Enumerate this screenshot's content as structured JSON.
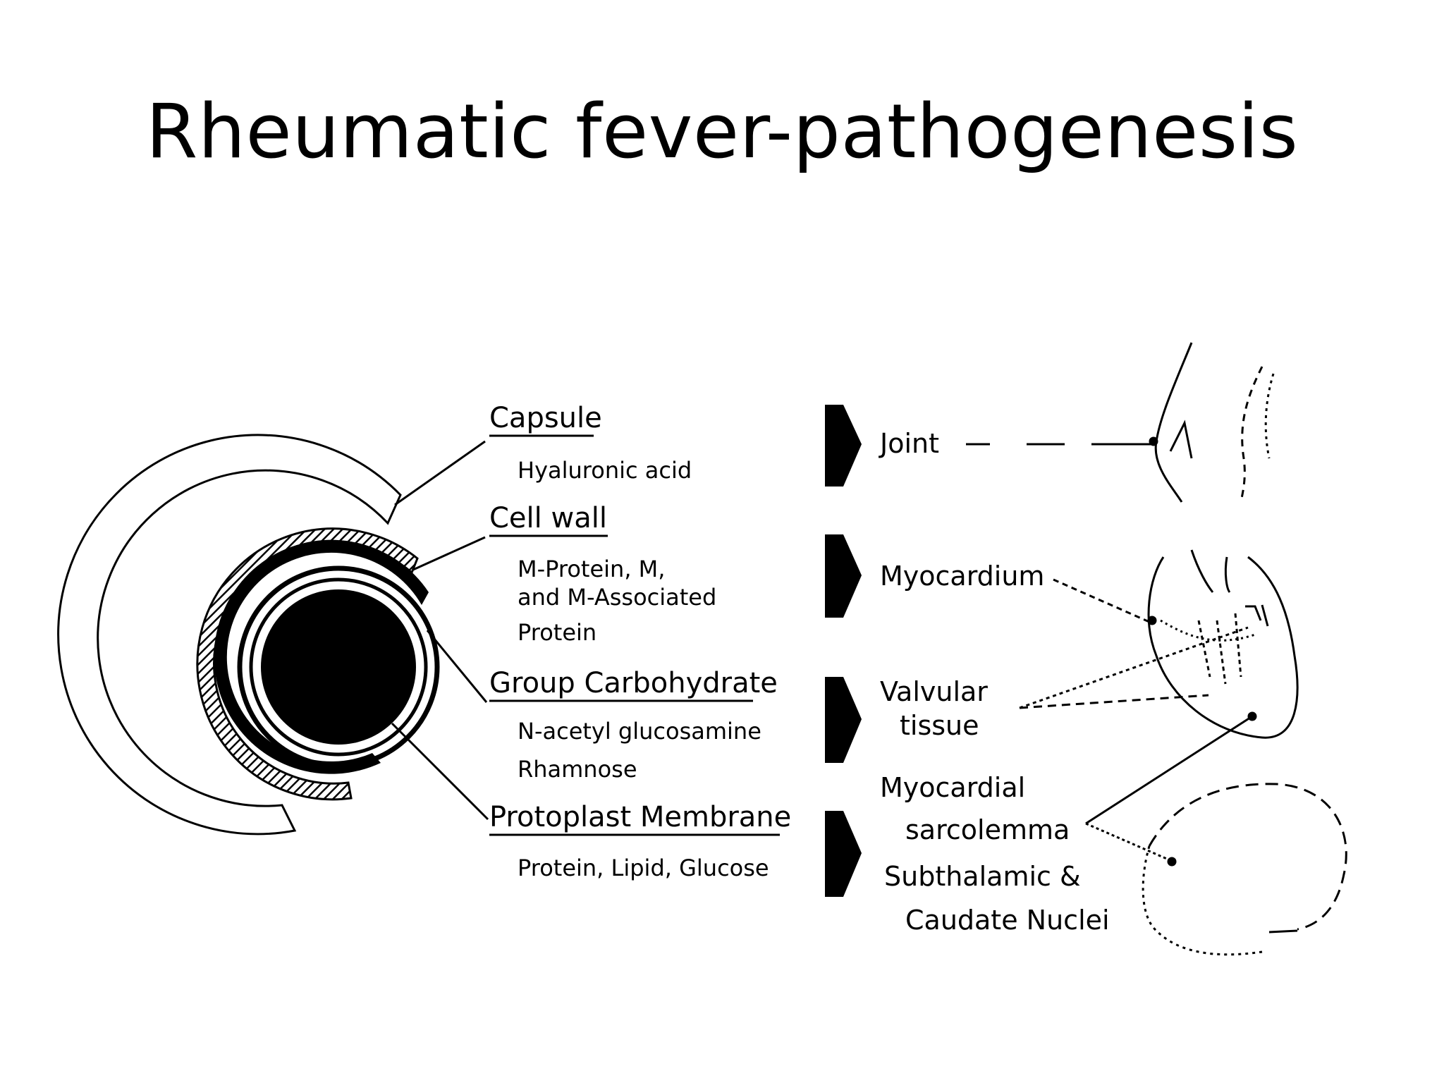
{
  "slide": {
    "title": "Rheumatic fever-pathogenesis"
  },
  "bacterium": {
    "components": [
      {
        "name": "Capsule",
        "details": [
          "Hyaluronic acid"
        ]
      },
      {
        "name": "Cell wall",
        "details": [
          "M-Protein, M,",
          "and M-Associated",
          "Protein"
        ]
      },
      {
        "name": "Group Carbohydrate",
        "details": [
          "N-acetyl glucosamine",
          "Rhamnose"
        ]
      },
      {
        "name": "Protoplast Membrane",
        "details": [
          "Protein, Lipid, Glucose"
        ]
      }
    ]
  },
  "targets": [
    {
      "lines": [
        "Joint"
      ]
    },
    {
      "lines": [
        "Myocardium"
      ]
    },
    {
      "lines": [
        "Valvular",
        "tissue"
      ]
    },
    {
      "lines": [
        "Myocardial",
        "sarcolemma"
      ]
    },
    {
      "lines": [
        "Subthalamic &",
        "Caudate Nuclei"
      ]
    }
  ]
}
